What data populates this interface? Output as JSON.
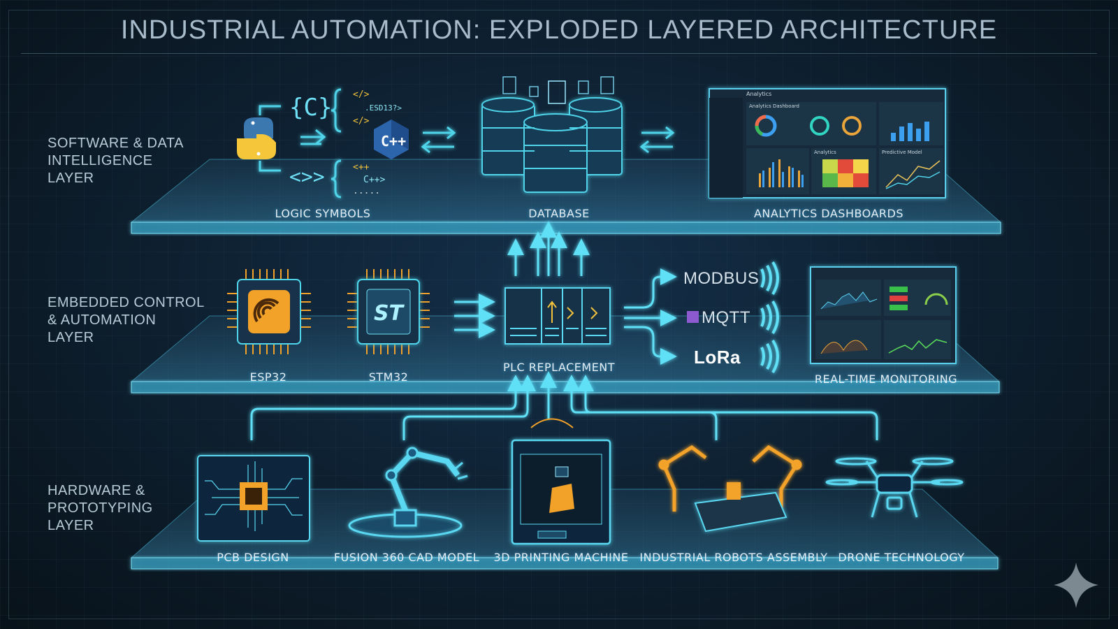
{
  "title": "INDUSTRIAL AUTOMATION: EXPLODED LAYERED ARCHITECTURE",
  "layers": [
    {
      "label": "SOFTWARE & DATA\nINTELLIGENCE\nLAYER",
      "items": [
        "LOGIC SYMBOLS",
        "DATABASE",
        "ANALYTICS DASHBOARDS"
      ]
    },
    {
      "label": "EMBEDDED CONTROL\n& AUTOMATION\nLAYER",
      "items": [
        "ESP32",
        "STM32",
        "PLC REPLACEMENT",
        "REAL-TIME MONITORING"
      ]
    },
    {
      "label": "HARDWARE &\nPROTOTYPING\nLAYER",
      "items": [
        "PCB DESIGN",
        "FUSION 360 CAD MODEL",
        "3D PRINTING MACHINE",
        "INDUSTRIAL ROBOTS ASSEMBLY",
        "DRONE TECHNOLOGY"
      ]
    }
  ],
  "logic_code": {
    "c": "{C}",
    "tag1": "</>",
    "esd": ".ESD13?>",
    "tag2": "</>",
    "cpp1": "<++",
    "cpp2": "C++>",
    "dots": ".....",
    "brackets": "<>>",
    "cpp_logo": "C++"
  },
  "protocols": [
    "MODBUS",
    "MQTT",
    "LoRa"
  ],
  "dashboard": {
    "title": "Analytics",
    "panel1": "Analytics Dashboard",
    "panel2": "Predictive Model",
    "panel3": "Analytics"
  },
  "colors": {
    "accent": "#3fd6f0",
    "orange": "#f3a229",
    "background": "#0b1722"
  }
}
